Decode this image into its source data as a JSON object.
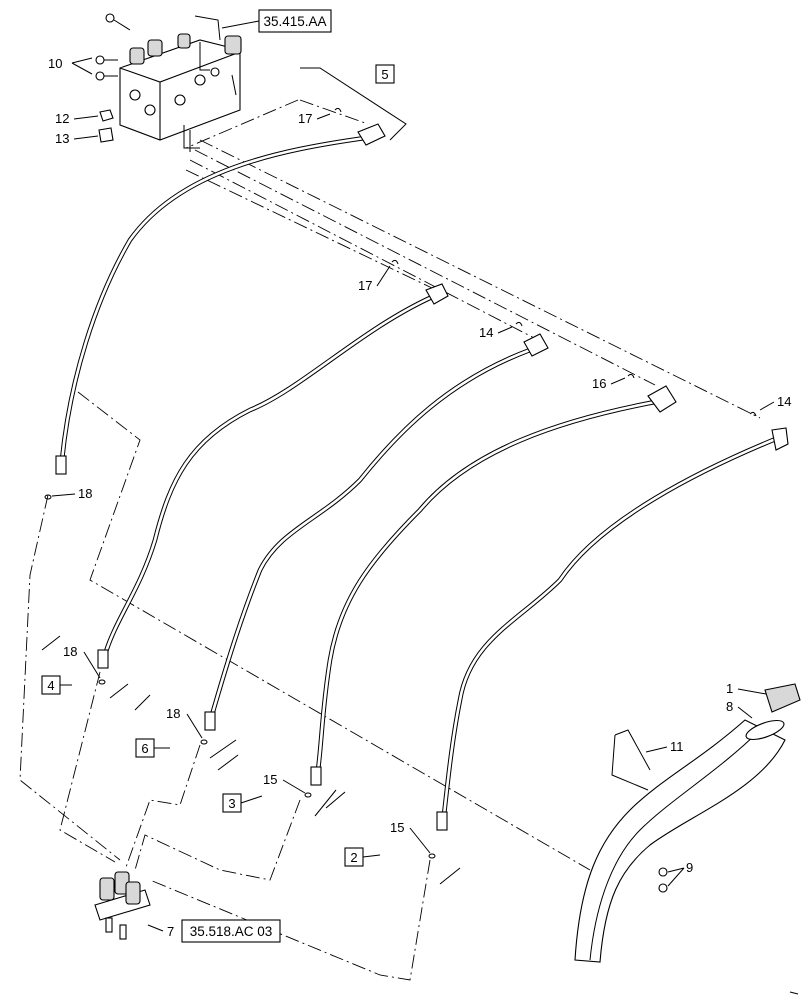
{
  "refs": {
    "valve_ref": "35.415.AA",
    "coupler_ref": "35.518.AC 03"
  },
  "callouts": {
    "c1": "1",
    "c2": "2",
    "c3": "3",
    "c4": "4",
    "c5": "5",
    "c6": "6",
    "c7": "7",
    "c8": "8",
    "c9": "9",
    "c10": "10",
    "c11": "11",
    "c12": "12",
    "c13": "13",
    "c14a": "14",
    "c14b": "14",
    "c15a": "15",
    "c15b": "15",
    "c16": "16",
    "c17a": "17",
    "c17b": "17",
    "c18a": "18",
    "c18b": "18",
    "c18c": "18"
  }
}
